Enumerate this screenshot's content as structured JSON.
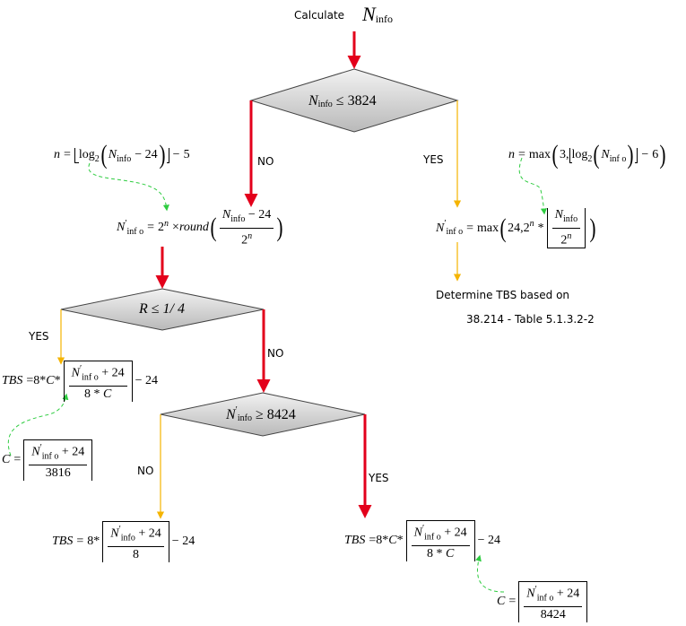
{
  "header": {
    "calculate_prefix": "Calculate",
    "n_symbol": "N",
    "info_subscript": "info"
  },
  "decisions": {
    "d1_text": "N",
    "d1_sub": "info",
    "d1_rel": "≤ 3824",
    "d2_text": "R ≤ 1/ 4",
    "d3_text": "N",
    "d3_sub": "info",
    "d3_rel": "≥ 8424"
  },
  "branch_labels": {
    "no_1": "NO",
    "yes_1": "YES",
    "yes_2": "YES",
    "no_2": "NO",
    "no_3": "NO",
    "yes_3": "YES"
  },
  "text_blocks": {
    "determine_line1": "Determine TBS based on",
    "determine_line2": "38.214 - Table 5.1.3.2-2"
  },
  "formulas": {
    "n_left": "n = ⌊log₂(Ninfo − 24)⌋ − 5",
    "ninfo_prime_left": "N'info = 2^n × round((Ninfo − 24)/2^n)",
    "n_right": "n = max(3, ⌊log₂(Ninfo)⌋ − 6)",
    "ninfo_prime_right": "N'info = max(24, 2^n * ⌊Ninfo/2^n⌋)",
    "tbs_r_small": "TBS = 8 * C * ⌈(N'info + 24)/(8 * C)⌉ − 24",
    "c_3816": "C = ⌈(N'info + 24)/3816⌉",
    "tbs_no": "TBS = 8 * ⌈(N'info + 24)/8⌉ − 24",
    "tbs_yes": "TBS = 8 * C * ⌈(N'info + 24)/(8 * C)⌉ − 24",
    "c_8424": "C = ⌈(N'info + 24)/8424⌉"
  },
  "math_parts": {
    "eq": "=",
    "minus": "−",
    "times": "×",
    "star": "*",
    "log": "log",
    "two": "2",
    "n": "n",
    "max": "max",
    "round": "round",
    "lparen": "(",
    "rparen": ")",
    "comma": ",",
    "five": "5",
    "six": "6",
    "three": "3",
    "twentyfour": "24",
    "plus24": "+ 24",
    "minus24": "− 24",
    "eight": "8",
    "eight_c": "8 * C",
    "c": "C",
    "tbs": "TBS",
    "d3816": "3816",
    "d8424": "8424",
    "ninfo_prime_n": "N",
    "prime": "′",
    "info_sub": "info",
    "inf_o_sub": "inf o"
  },
  "colors": {
    "red_arrow": "#e3001b",
    "yellow_arrow": "#f5b400",
    "green_dashed": "#2ecc40",
    "diamond_fill_top": "#f2f2f2",
    "diamond_fill_bottom": "#b9b9b9",
    "diamond_stroke": "#444444"
  }
}
